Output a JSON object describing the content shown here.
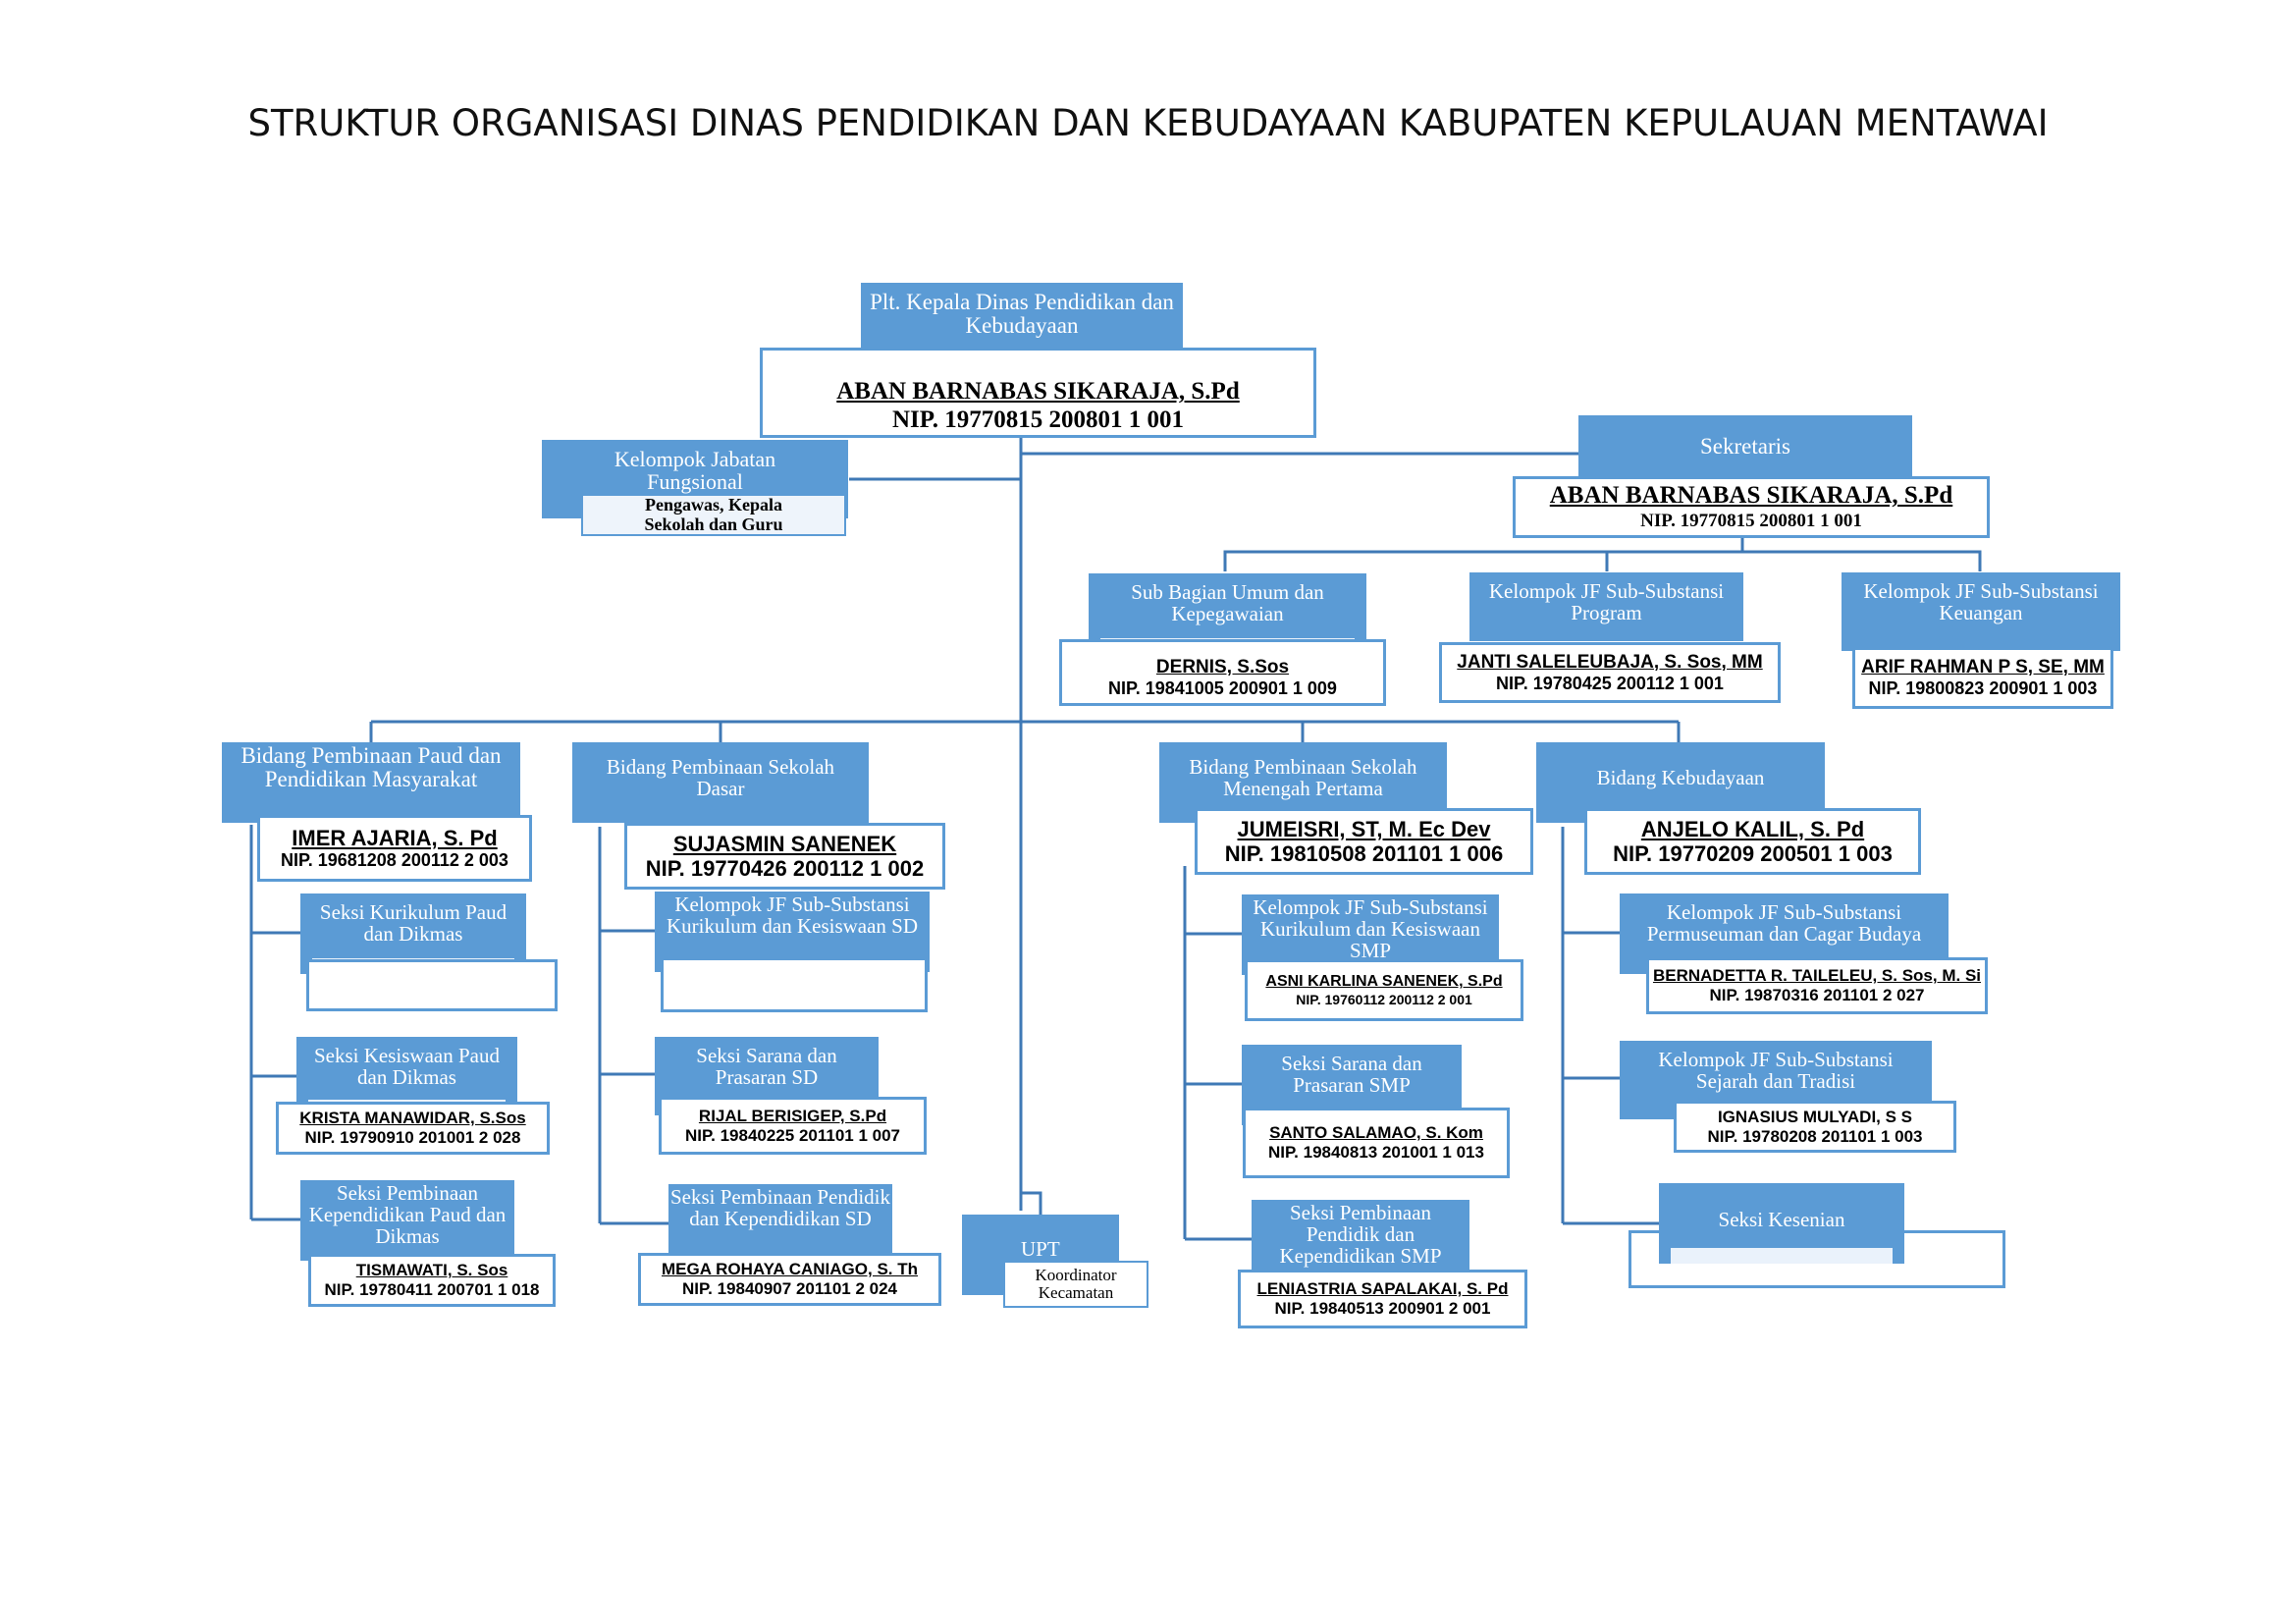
{
  "title": "STRUKTUR ORGANISASI DINAS PENDIDIKAN DAN KEBUDAYAAN KABUPATEN KEPULAUAN MENTAWAI",
  "kepala": {
    "title": "Plt. Kepala Dinas Pendidikan dan Kebudayaan",
    "name": "ABAN BARNABAS SIKARAJA, S.Pd",
    "nip": "NIP. 19770815 200801 1 001"
  },
  "fungsional": {
    "title": "Kelompok Jabatan Fungsional",
    "sub": "Pengawas, Kepala Sekolah dan Guru"
  },
  "sekretaris": {
    "title": "Sekretaris",
    "name": "ABAN BARNABAS SIKARAJA, S.Pd",
    "nip": "NIP. 19770815 200801 1 001"
  },
  "subbagian": {
    "title": "Sub Bagian Umum dan Kepegawaian",
    "name": "DERNIS, S.Sos",
    "nip": "NIP. 19841005 200901 1 009"
  },
  "program": {
    "title": "Kelompok JF Sub-Substansi Program",
    "name": "JANTI SALELEUBAJA, S. Sos, MM",
    "nip": "NIP. 19780425 200112 1 001"
  },
  "keuangan": {
    "title": "Kelompok JF Sub-Substansi Keuangan",
    "name": "ARIF RAHMAN P S, SE, MM",
    "nip": "NIP. 19800823 200901 1 003"
  },
  "paud": {
    "title": "Bidang Pembinaan Paud dan Pendidikan Masyarakat",
    "name": "IMER AJARIA, S. Pd",
    "nip": "NIP. 19681208 200112 2 003",
    "s1": {
      "title": "Seksi Kurikulum Paud dan Dikmas"
    },
    "s2": {
      "title": "Seksi Kesiswaan Paud dan Dikmas",
      "name": "KRISTA MANAWIDAR, S.Sos",
      "nip": "NIP. 19790910 201001 2 028"
    },
    "s3": {
      "title": "Seksi Pembinaan Kependidikan Paud dan Dikmas",
      "name": "TISMAWATI, S. Sos",
      "nip": "NIP. 19780411 200701 1 018"
    }
  },
  "sd": {
    "title": "Bidang Pembinaan Sekolah Dasar",
    "name": "SUJASMIN SANENEK",
    "nip": "NIP. 19770426 200112 1 002",
    "s1": {
      "title": "Kelompok JF Sub-Substansi Kurikulum dan Kesiswaan SD"
    },
    "s2": {
      "title": "Seksi Sarana dan Prasaran SD",
      "name": "RIJAL BERISIGEP, S.Pd",
      "nip": "NIP. 19840225 201101 1 007"
    },
    "s3": {
      "title": "Seksi Pembinaan Pendidik dan Kependidikan SD",
      "name": "MEGA ROHAYA CANIAGO, S. Th",
      "nip": "NIP. 19840907 201101 2 024"
    }
  },
  "upt": {
    "title": "UPT",
    "sub": "Koordinator Kecamatan"
  },
  "smp": {
    "title": "Bidang Pembinaan Sekolah Menengah Pertama",
    "name": "JUMEISRI, ST, M. Ec Dev",
    "nip": "NIP. 19810508 201101 1 006",
    "s1": {
      "title": "Kelompok JF Sub-Substansi  Kurikulum dan Kesiswaan SMP",
      "name": "ASNI KARLINA SANENEK, S.Pd",
      "nip": "NIP. 19760112 200112 2 001"
    },
    "s2": {
      "title": "Seksi Sarana dan Prasaran SMP",
      "name": "SANTO SALAMAO, S. Kom",
      "nip": "NIP. 19840813 201001 1 013"
    },
    "s3": {
      "title": "Seksi Pembinaan Pendidik dan Kependidikan SMP",
      "name": "LENIASTRIA SAPALAKAI, S. Pd",
      "nip": "NIP. 19840513 200901 2 001"
    }
  },
  "budaya": {
    "title": "Bidang Kebudayaan",
    "name": "ANJELO KALIL, S. Pd",
    "nip": "NIP. 19770209 200501 1 003",
    "s1": {
      "title": "Kelompok JF Sub-Substansi Permuseuman dan Cagar Budaya",
      "name": "BERNADETTA R. TAILELEU, S. Sos, M. Si",
      "nip": "NIP. 19870316 201101 2 027"
    },
    "s2": {
      "title": "Kelompok JF Sub-Substansi Sejarah dan Tradisi",
      "name": "IGNASIUS MULYADI, S S",
      "nip": "NIP. 19780208 201101 1 003"
    },
    "s3": {
      "title": "Seksi Kesenian"
    }
  }
}
